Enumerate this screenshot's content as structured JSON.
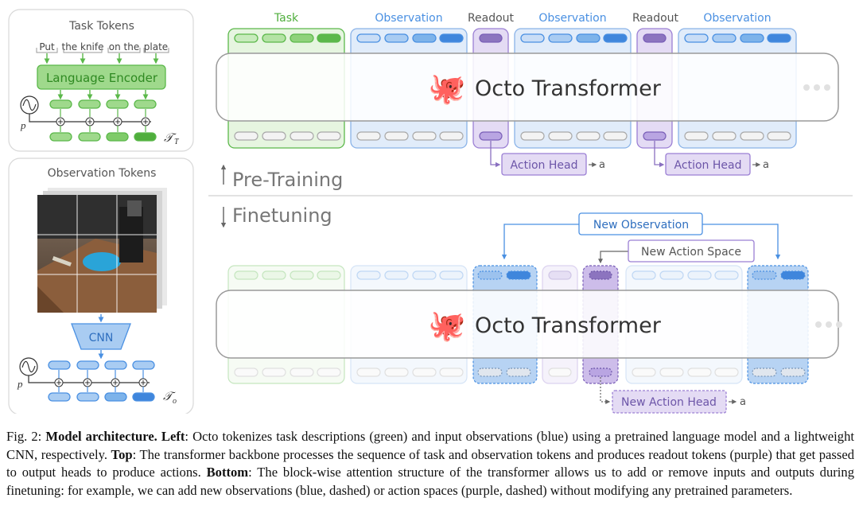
{
  "left": {
    "task_panel": {
      "title": "Task Tokens",
      "words": [
        "Put",
        "the knife",
        "on the",
        "plate"
      ],
      "encoder": "Language Encoder",
      "p_label": "p",
      "tau_label": "𝒯",
      "tau_sub": "T"
    },
    "obs_panel": {
      "title": "Observation Tokens",
      "cnn": "CNN",
      "p_label": "p",
      "tau_label": "𝒯",
      "tau_sub": "o"
    }
  },
  "top": {
    "groups": [
      "Task",
      "Observation",
      "Readout",
      "Observation",
      "Readout",
      "Observation"
    ],
    "transformer": "Octo Transformer",
    "octopus": "🐙",
    "action_head": "Action Head",
    "action_out": "a",
    "pretrain": "Pre-Training",
    "finetune": "Finetuning"
  },
  "bottom": {
    "new_observation": "New Observation",
    "new_action_space": "New Action Space",
    "new_action_head": "New Action Head",
    "action_out": "a",
    "transformer": "Octo Transformer",
    "octopus": "🐙"
  },
  "colors": {
    "task": "#5bb84a",
    "observation": "#4a90e2",
    "readout": "#9b7fd4"
  },
  "caption": {
    "fig": "Fig. 2:",
    "bold1": "Model architecture. Left",
    "t1": ": Octo tokenizes task descriptions (green) and input observations (blue) using a pretrained language model and a lightweight CNN, respectively. ",
    "bold2": "Top",
    "t2": ": The transformer backbone processes the sequence of task and observation tokens and produces readout tokens (purple) that get passed to output heads to produce actions. ",
    "bold3": "Bottom",
    "t3": ": The block-wise attention structure of the transformer allows us to add or remove inputs and outputs during finetuning: for example, we can add new observations (blue, dashed) or action spaces (purple, dashed) without modifying any pretrained parameters."
  }
}
